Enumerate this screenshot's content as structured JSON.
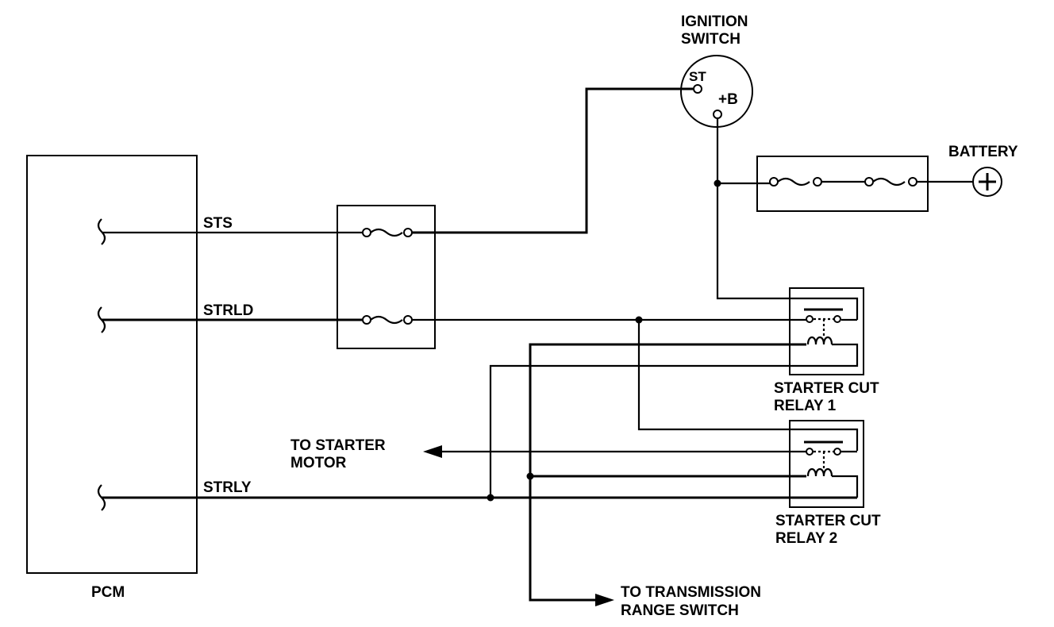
{
  "labels": {
    "pcm": "PCM",
    "ignition_switch_line1": "IGNITION",
    "ignition_switch_line2": "SWITCH",
    "ignition_st": "ST",
    "ignition_b": "+B",
    "battery": "BATTERY",
    "sts": "STS",
    "strld": "STRLD",
    "strly": "STRLY",
    "relay1_line1": "STARTER CUT",
    "relay1_line2": "RELAY 1",
    "relay2_line1": "STARTER CUT",
    "relay2_line2": "RELAY 2",
    "starter_motor_line1": "TO STARTER",
    "starter_motor_line2": "MOTOR",
    "trs_line1": "TO TRANSMISSION",
    "trs_line2": "RANGE SWITCH"
  }
}
